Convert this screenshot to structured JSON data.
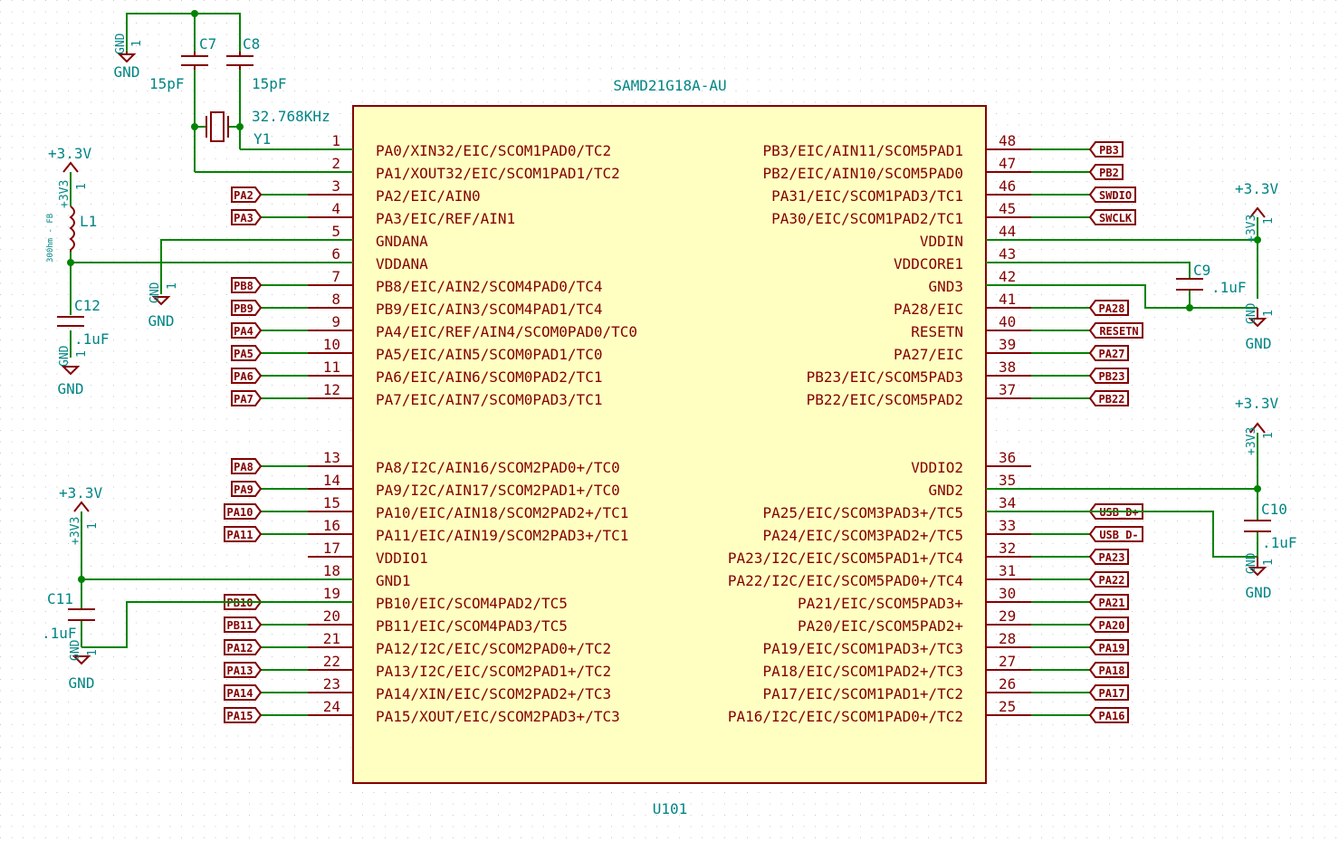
{
  "chip": {
    "part": "SAMD21G18A-AU",
    "ref": "U101",
    "left_pins": [
      {
        "num": "1",
        "name": "PA0/XIN32/EIC/SCOM1PAD0/TC2",
        "label": ""
      },
      {
        "num": "2",
        "name": "PA1/XOUT32/EIC/SCOM1PAD1/TC2",
        "label": ""
      },
      {
        "num": "3",
        "name": "PA2/EIC/AIN0",
        "label": "PA2"
      },
      {
        "num": "4",
        "name": "PA3/EIC/REF/AIN1",
        "label": "PA3"
      },
      {
        "num": "5",
        "name": "GNDANA",
        "label": ""
      },
      {
        "num": "6",
        "name": "VDDANA",
        "label": ""
      },
      {
        "num": "7",
        "name": "PB8/EIC/AIN2/SCOM4PAD0/TC4",
        "label": "PB8"
      },
      {
        "num": "8",
        "name": "PB9/EIC/AIN3/SCOM4PAD1/TC4",
        "label": "PB9"
      },
      {
        "num": "9",
        "name": "PA4/EIC/REF/AIN4/SCOM0PAD0/TC0",
        "label": "PA4"
      },
      {
        "num": "10",
        "name": "PA5/EIC/AIN5/SCOM0PAD1/TC0",
        "label": "PA5"
      },
      {
        "num": "11",
        "name": "PA6/EIC/AIN6/SCOM0PAD2/TC1",
        "label": "PA6"
      },
      {
        "num": "12",
        "name": "PA7/EIC/AIN7/SCOM0PAD3/TC1",
        "label": "PA7"
      },
      {
        "num": "13",
        "name": "PA8/I2C/AIN16/SCOM2PAD0+/TC0",
        "label": "PA8"
      },
      {
        "num": "14",
        "name": "PA9/I2C/AIN17/SCOM2PAD1+/TC0",
        "label": "PA9"
      },
      {
        "num": "15",
        "name": "PA10/EIC/AIN18/SCOM2PAD2+/TC1",
        "label": "PA10"
      },
      {
        "num": "16",
        "name": "PA11/EIC/AIN19/SCOM2PAD3+/TC1",
        "label": "PA11"
      },
      {
        "num": "17",
        "name": "VDDIO1",
        "label": ""
      },
      {
        "num": "18",
        "name": "GND1",
        "label": ""
      },
      {
        "num": "19",
        "name": "PB10/EIC/SCOM4PAD2/TC5",
        "label": "PB10"
      },
      {
        "num": "20",
        "name": "PB11/EIC/SCOM4PAD3/TC5",
        "label": "PB11"
      },
      {
        "num": "21",
        "name": "PA12/I2C/EIC/SCOM2PAD0+/TC2",
        "label": "PA12"
      },
      {
        "num": "22",
        "name": "PA13/I2C/EIC/SCOM2PAD1+/TC2",
        "label": "PA13"
      },
      {
        "num": "23",
        "name": "PA14/XIN/EIC/SCOM2PAD2+/TC3",
        "label": "PA14"
      },
      {
        "num": "24",
        "name": "PA15/XOUT/EIC/SCOM2PAD3+/TC3",
        "label": "PA15"
      }
    ],
    "right_pins": [
      {
        "num": "48",
        "name": "PB3/EIC/AIN11/SCOM5PAD1",
        "label": "PB3"
      },
      {
        "num": "47",
        "name": "PB2/EIC/AIN10/SCOM5PAD0",
        "label": "PB2"
      },
      {
        "num": "46",
        "name": "PA31/EIC/SCOM1PAD3/TC1",
        "label": "SWDIO"
      },
      {
        "num": "45",
        "name": "PA30/EIC/SCOM1PAD2/TC1",
        "label": "SWCLK"
      },
      {
        "num": "44",
        "name": "VDDIN",
        "label": ""
      },
      {
        "num": "43",
        "name": "VDDCORE1",
        "label": ""
      },
      {
        "num": "42",
        "name": "GND3",
        "label": ""
      },
      {
        "num": "41",
        "name": "PA28/EIC",
        "label": "PA28"
      },
      {
        "num": "40",
        "name": "RESETN",
        "label": "RESETN"
      },
      {
        "num": "39",
        "name": "PA27/EIC",
        "label": "PA27"
      },
      {
        "num": "38",
        "name": "PB23/EIC/SCOM5PAD3",
        "label": "PB23"
      },
      {
        "num": "37",
        "name": "PB22/EIC/SCOM5PAD2",
        "label": "PB22"
      },
      {
        "num": "36",
        "name": "VDDIO2",
        "label": ""
      },
      {
        "num": "35",
        "name": "GND2",
        "label": ""
      },
      {
        "num": "34",
        "name": "PA25/EIC/SCOM3PAD3+/TC5",
        "label": "USB_D+"
      },
      {
        "num": "33",
        "name": "PA24/EIC/SCOM3PAD2+/TC5",
        "label": "USB_D-"
      },
      {
        "num": "32",
        "name": "PA23/I2C/EIC/SCOM5PAD1+/TC4",
        "label": "PA23"
      },
      {
        "num": "31",
        "name": "PA22/I2C/EIC/SCOM5PAD0+/TC4",
        "label": "PA22"
      },
      {
        "num": "30",
        "name": "PA21/EIC/SCOM5PAD3+",
        "label": "PA21"
      },
      {
        "num": "29",
        "name": "PA20/EIC/SCOM5PAD2+",
        "label": "PA20"
      },
      {
        "num": "28",
        "name": "PA19/EIC/SCOM1PAD3+/TC3",
        "label": "PA19"
      },
      {
        "num": "27",
        "name": "PA18/EIC/SCOM1PAD2+/TC3",
        "label": "PA18"
      },
      {
        "num": "26",
        "name": "PA17/EIC/SCOM1PAD1+/TC2",
        "label": "PA17"
      },
      {
        "num": "25",
        "name": "PA16/I2C/EIC/SCOM1PAD0+/TC2",
        "label": "PA16"
      }
    ]
  },
  "components": {
    "c7": {
      "ref": "C7",
      "value": "15pF"
    },
    "c8": {
      "ref": "C8",
      "value": "15pF"
    },
    "y1": {
      "ref": "Y1",
      "value": "32.768KHz"
    },
    "l1": {
      "ref": "L1",
      "value": "300hm - FB"
    },
    "c12": {
      "ref": "C12",
      "value": ".1uF"
    },
    "c9": {
      "ref": "C9",
      "value": ".1uF"
    },
    "c10": {
      "ref": "C10",
      "value": ".1uF"
    },
    "c11": {
      "ref": "C11",
      "value": ".1uF"
    }
  },
  "power": {
    "gnd": "GND",
    "vcc": "+3.3V",
    "vcc_net": "+3V3",
    "pin_one": "1"
  },
  "colors": {
    "wire": "#008400",
    "symbol": "#840000",
    "body_fill": "#ffffc2",
    "text_blue": "#008484",
    "grid": "#c8c8c8"
  }
}
